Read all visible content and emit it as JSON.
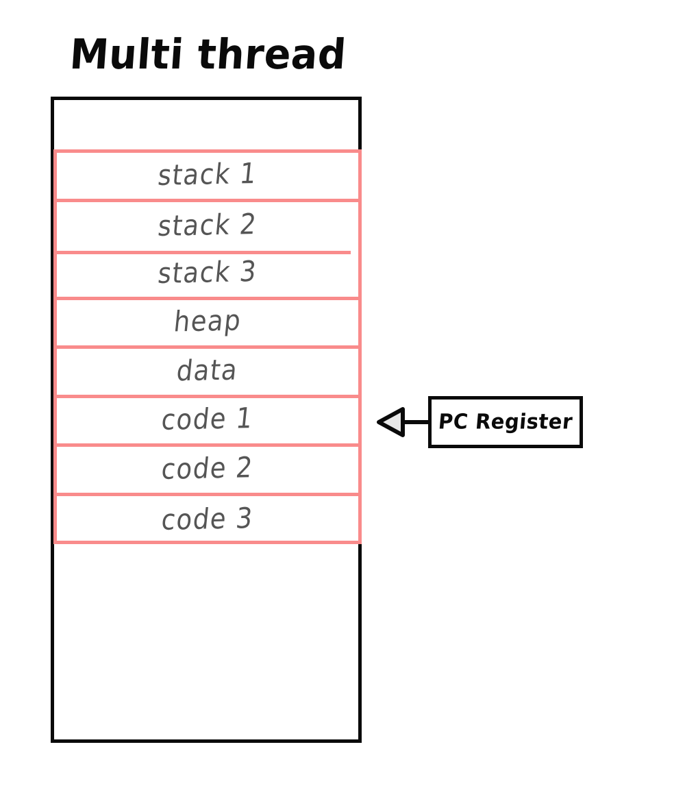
{
  "diagram": {
    "title": "Multi thread",
    "type": "memory-layout",
    "colors": {
      "outline": "#0a0a0a",
      "segment_border": "#f98b8b",
      "segment_text": "#555555",
      "background": "#ffffff",
      "arrow_fill": "#e8e8e8"
    },
    "memory_block": {
      "name": "process-memory-block",
      "segments": [
        {
          "id": "stack-1",
          "label": "stack 1"
        },
        {
          "id": "stack-2",
          "label": "stack 2"
        },
        {
          "id": "stack-3",
          "label": "stack 3"
        },
        {
          "id": "heap",
          "label": "heap"
        },
        {
          "id": "data",
          "label": "data"
        },
        {
          "id": "code-1",
          "label": "code 1"
        },
        {
          "id": "code-2",
          "label": "code 2"
        },
        {
          "id": "code-3",
          "label": "code 3"
        }
      ]
    },
    "annotation": {
      "id": "pc-register",
      "label": "PC Register",
      "points_to": "code 1",
      "arrow_direction": "left",
      "arrow_head": "hollow-triangle"
    }
  }
}
